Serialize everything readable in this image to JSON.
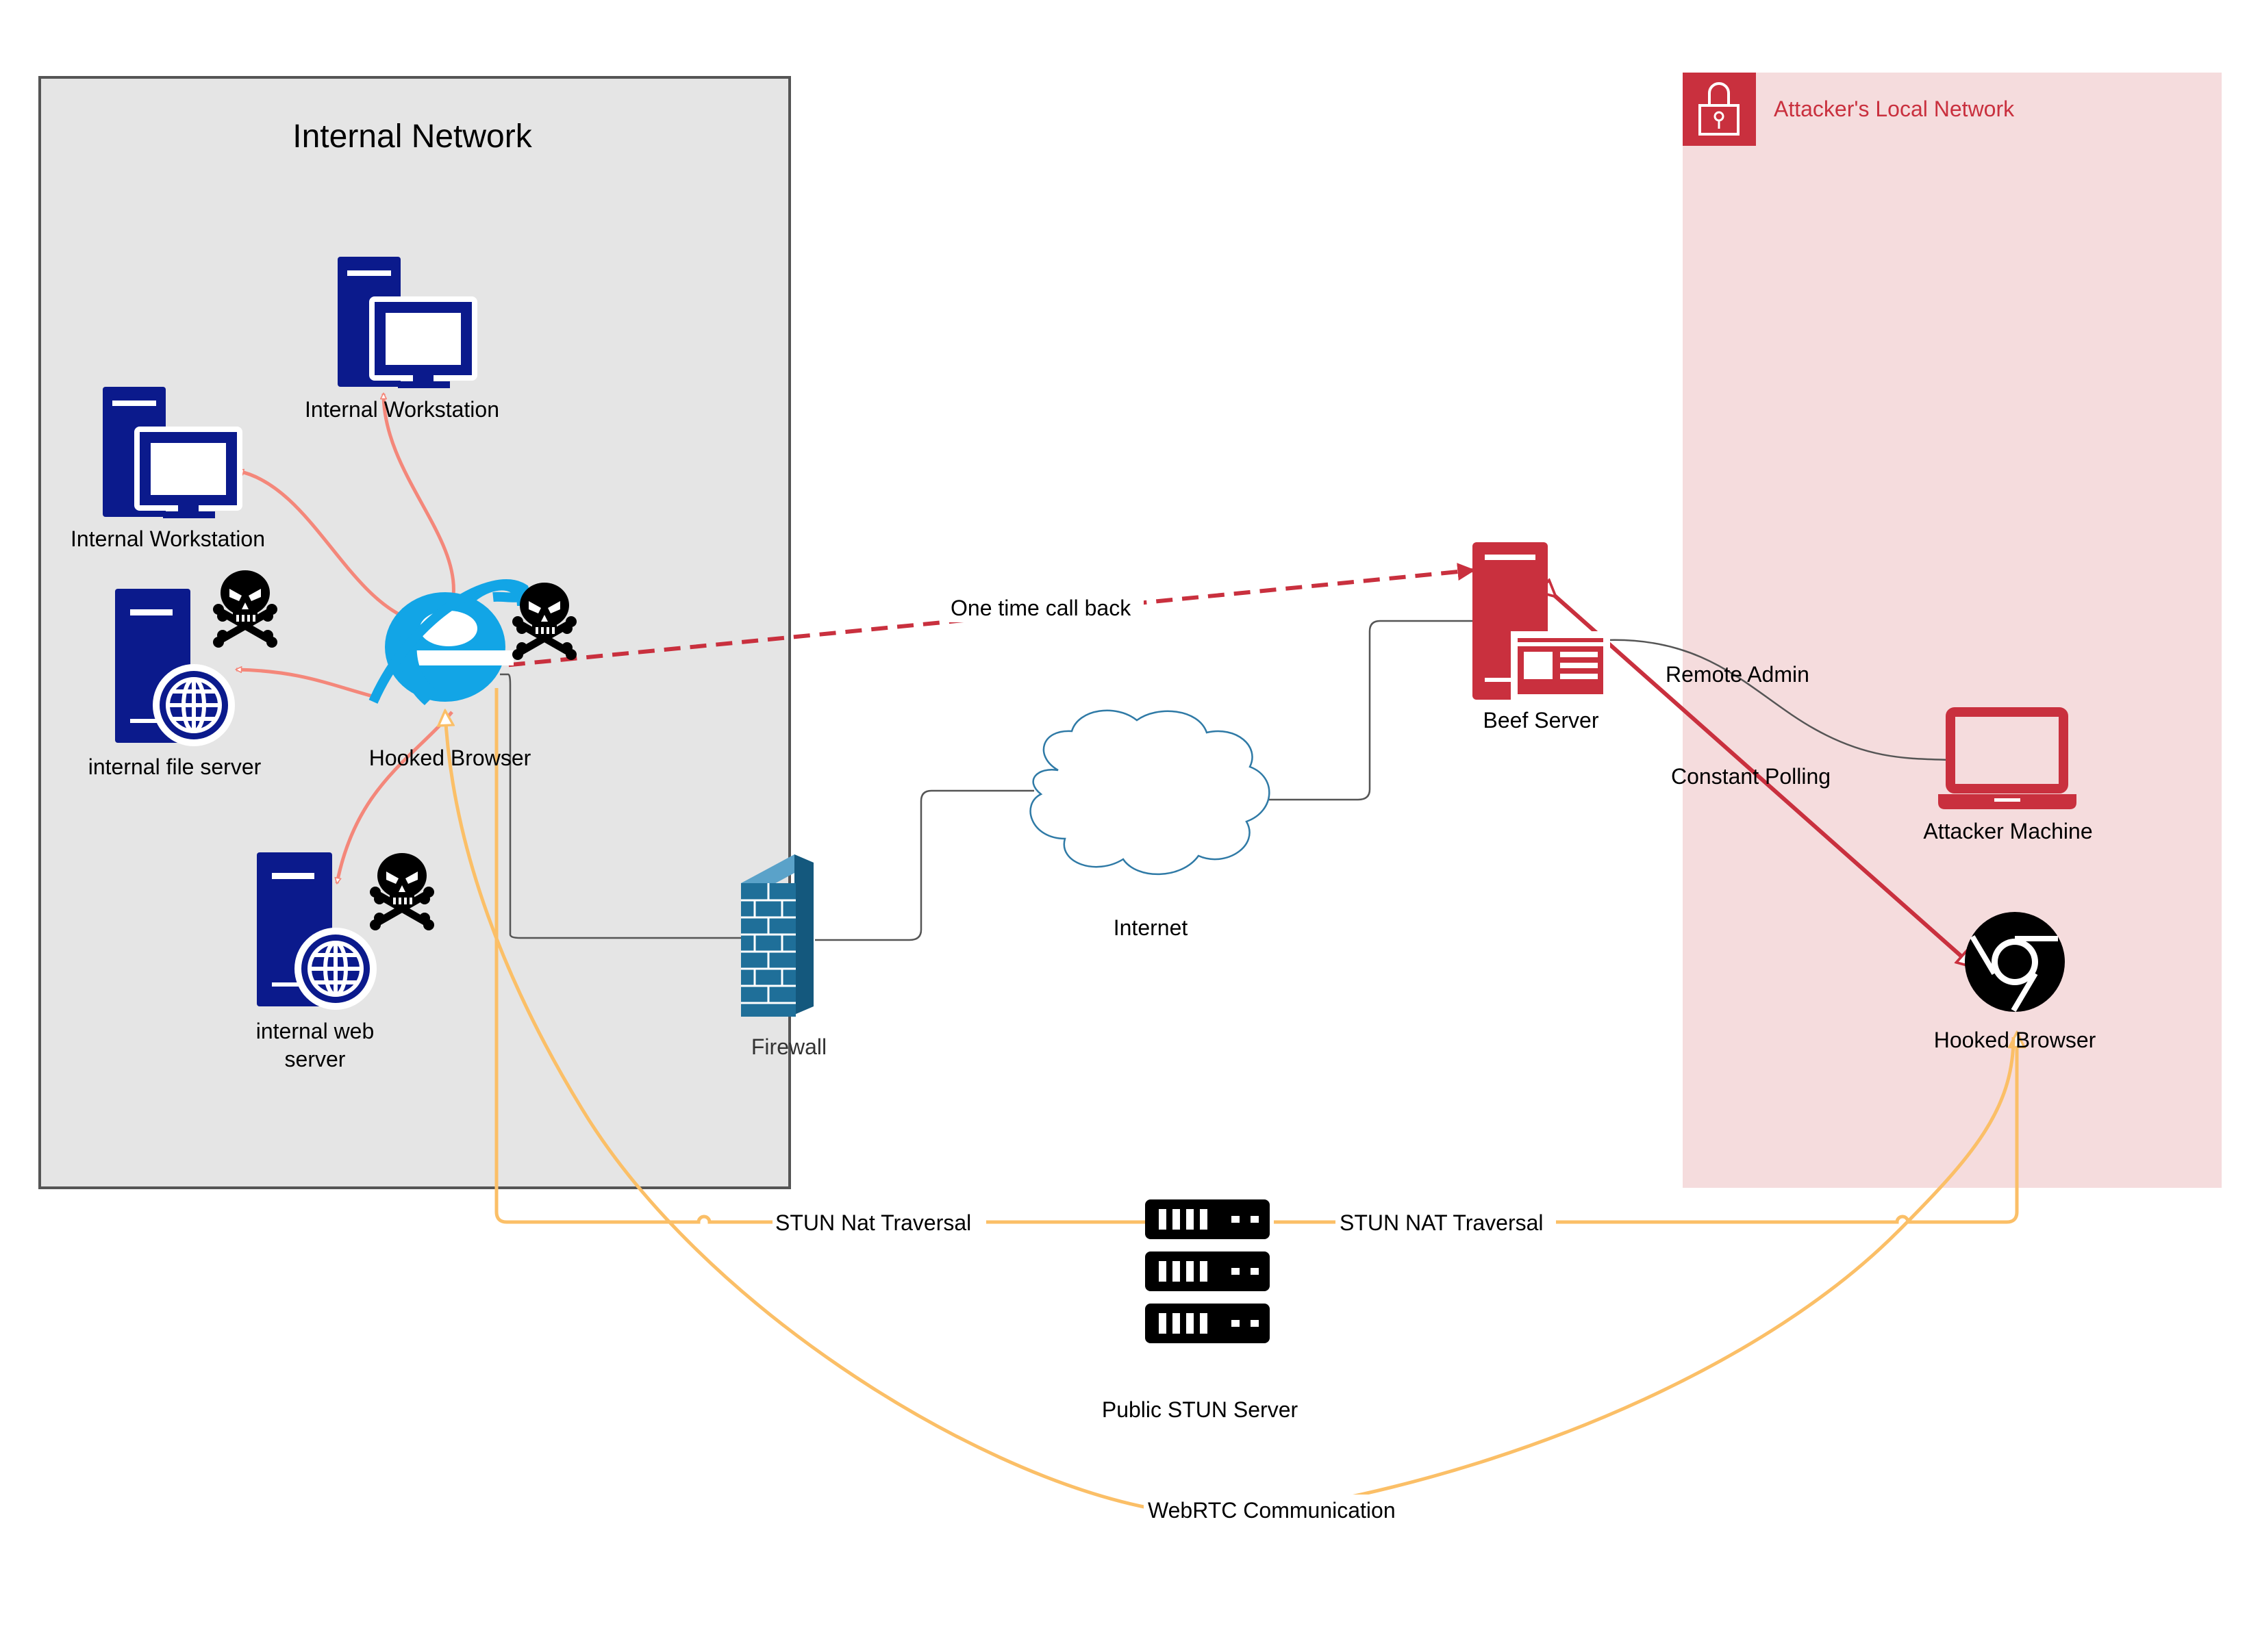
{
  "zones": {
    "internal": {
      "title": "Internal Network"
    },
    "attacker": {
      "title": "Attacker's Local Network"
    }
  },
  "nodes": {
    "workstation_top": {
      "label": "Internal Workstation",
      "icon": "workstation-icon"
    },
    "workstation_left": {
      "label": "Internal Workstation",
      "icon": "workstation-icon"
    },
    "file_server": {
      "label": "internal file server",
      "icon": "web-server-icon"
    },
    "web_server": {
      "label_line1": "internal web",
      "label_line2": "server",
      "icon": "web-server-icon"
    },
    "hooked_ie": {
      "label": "Hooked Browser",
      "icon": "internet-explorer-icon"
    },
    "firewall": {
      "label": "Firewall",
      "icon": "firewall-icon"
    },
    "internet": {
      "label": "Internet",
      "icon": "cloud-icon"
    },
    "beef_server": {
      "label": "Beef Server",
      "icon": "server-icon"
    },
    "attacker_machine": {
      "label": "Attacker Machine",
      "icon": "laptop-icon"
    },
    "hooked_chrome": {
      "label": "Hooked Browser",
      "icon": "chrome-icon"
    },
    "stun_server": {
      "label": "Public STUN Server",
      "icon": "server-rack-icon"
    }
  },
  "edges": {
    "callback": "One time call back",
    "remote_admin": "Remote Admin",
    "polling": "Constant Polling",
    "stun_left": "STUN Nat Traversal",
    "stun_right": "STUN NAT Traversal",
    "webrtc": "WebRTC Communication"
  },
  "colors": {
    "internal_zone_fill": "#e5e5e5",
    "internal_zone_border": "#555555",
    "attacker_zone_fill": "#f5dcdd",
    "attacker_red": "#c9303e",
    "internal_blue": "#0b1a8c",
    "ie_blue": "#12a5e6",
    "firewall_blue": "#1f6f99",
    "cloud_outline": "#2f7aa6",
    "salmon_arrow": "#f4877a",
    "stun_orange": "#fbbf67",
    "connector_gray": "#555555"
  }
}
